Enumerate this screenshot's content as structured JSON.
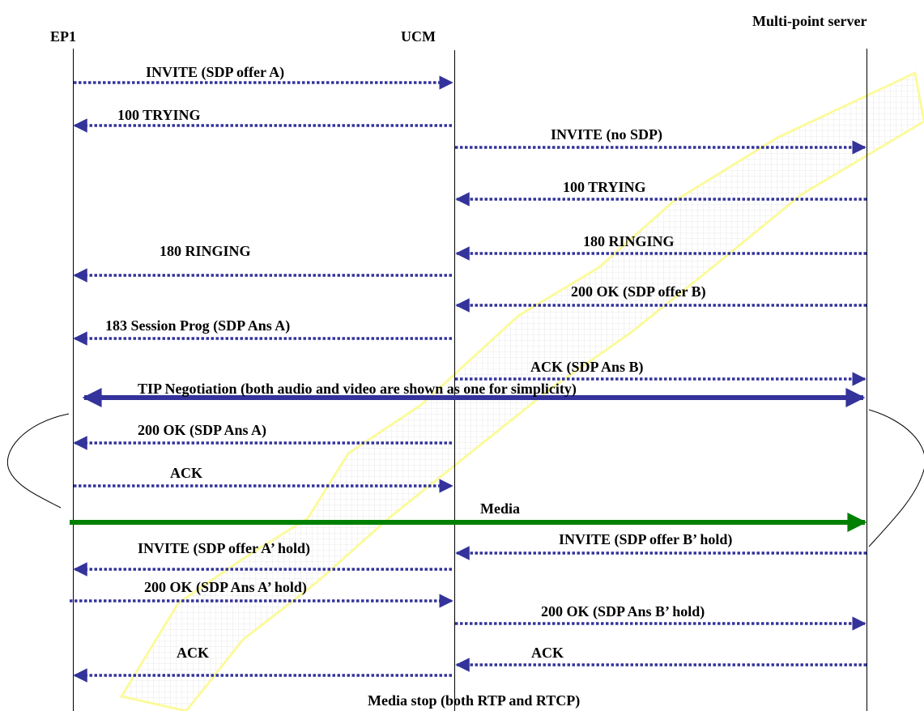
{
  "participants": [
    {
      "id": "ep1",
      "label": "EP1"
    },
    {
      "id": "ucm",
      "label": "UCM"
    },
    {
      "id": "mps",
      "label": "Multi-point server"
    }
  ],
  "colors": {
    "signal_arrow": "#33339b",
    "media_arrow": "#008000",
    "lifeline": "#000000",
    "watermark": "#f5f200"
  },
  "messages": [
    {
      "label": "INVITE (SDP offer A)",
      "from": "ep1",
      "to": "ucm",
      "style": "dotted"
    },
    {
      "label": "100 TRYING",
      "from": "ucm",
      "to": "ep1",
      "style": "dotted"
    },
    {
      "label": "INVITE (no SDP)",
      "from": "ucm",
      "to": "mps",
      "style": "dotted"
    },
    {
      "label": "100 TRYING",
      "from": "mps",
      "to": "ucm",
      "style": "dotted"
    },
    {
      "label": "180 RINGING",
      "from": "mps",
      "to": "ucm",
      "style": "dotted"
    },
    {
      "label": "180 RINGING",
      "from": "ucm",
      "to": "ep1",
      "style": "dotted"
    },
    {
      "label": "200 OK (SDP offer B)",
      "from": "mps",
      "to": "ucm",
      "style": "dotted"
    },
    {
      "label": "183 Session Prog (SDP Ans A)",
      "from": "ucm",
      "to": "ep1",
      "style": "dotted"
    },
    {
      "label": "ACK (SDP Ans B)",
      "from": "ucm",
      "to": "mps",
      "style": "dotted"
    },
    {
      "label": "TIP Negotiation (both audio and video are shown as one for simplicity)",
      "from": "ep1",
      "to": "mps",
      "style": "double-solid"
    },
    {
      "label": "200 OK (SDP Ans A)",
      "from": "ucm",
      "to": "ep1",
      "style": "dotted"
    },
    {
      "label": "ACK",
      "from": "ep1",
      "to": "ucm",
      "style": "dotted"
    },
    {
      "label": "Media",
      "from": "ep1",
      "to": "mps",
      "style": "media"
    },
    {
      "label": "INVITE (SDP offer B’ hold)",
      "from": "mps",
      "to": "ucm",
      "style": "dotted"
    },
    {
      "label": "INVITE (SDP offer A’ hold)",
      "from": "ucm",
      "to": "ep1",
      "style": "dotted"
    },
    {
      "label": "200 OK (SDP Ans A’ hold)",
      "from": "ep1",
      "to": "ucm",
      "style": "dotted"
    },
    {
      "label": "200 OK (SDP Ans B’ hold)",
      "from": "ucm",
      "to": "mps",
      "style": "dotted"
    },
    {
      "label": "ACK",
      "from": "ucm",
      "to": "ep1",
      "style": "dotted"
    },
    {
      "label": "ACK",
      "from": "mps",
      "to": "ucm",
      "style": "dotted"
    }
  ],
  "footer_label": "Media stop (both RTP and RTCP)"
}
